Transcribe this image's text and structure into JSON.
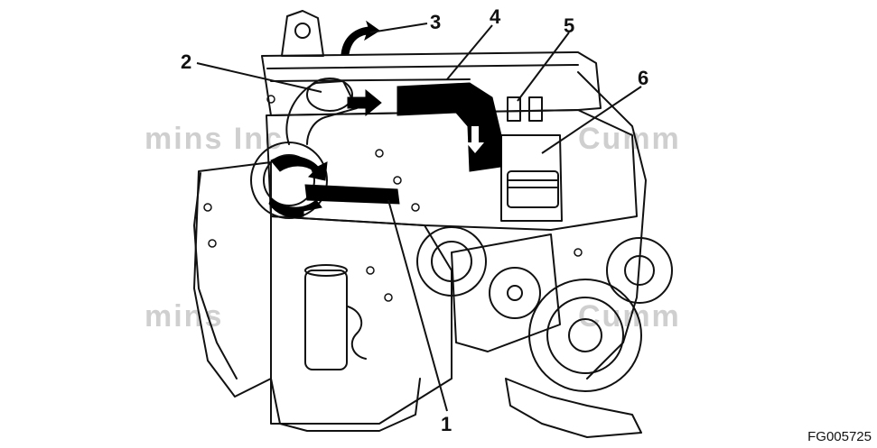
{
  "callouts": [
    {
      "id": "1",
      "label": "1"
    },
    {
      "id": "2",
      "label": "2"
    },
    {
      "id": "3",
      "label": "3"
    },
    {
      "id": "4",
      "label": "4"
    },
    {
      "id": "5",
      "label": "5"
    },
    {
      "id": "6",
      "label": "6"
    }
  ],
  "figure_code": "FG005725",
  "watermark": {
    "left_top": "mins Inc",
    "right_top": "Cumm",
    "left_bottom": "mins",
    "right_bottom": "Cumm"
  },
  "colors": {
    "ink": "#111111",
    "flow": "#000000",
    "watermark": "#cfcfcf"
  }
}
